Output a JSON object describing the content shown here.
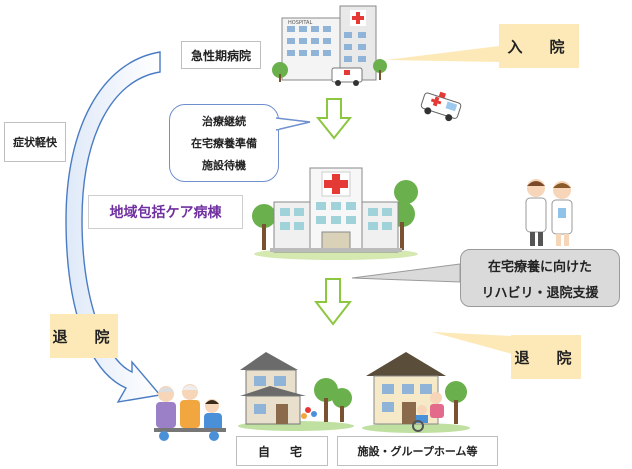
{
  "hospital_label": "急性期病院",
  "admission_label": "入　院",
  "treatment_callout": [
    "治療継続",
    "在宅療養準備",
    "施設待機"
  ],
  "symptom_label": "症状軽快",
  "ward_label": "地域包括ケア病棟",
  "support_callout": [
    "在宅療養に向けた",
    "リハビリ・退院支援"
  ],
  "discharge_left_label": "退　院",
  "discharge_right_label": "退　院",
  "home_label": "自　宅",
  "facility_label": "施設・グループホーム等",
  "hospital_sign": "HOSPITAL",
  "colors": {
    "arrow_green": "#8dc63f",
    "arrow_blue": "#4a7cc4",
    "accent_purple": "#7030a0",
    "orange_box": "#fde9b8"
  }
}
